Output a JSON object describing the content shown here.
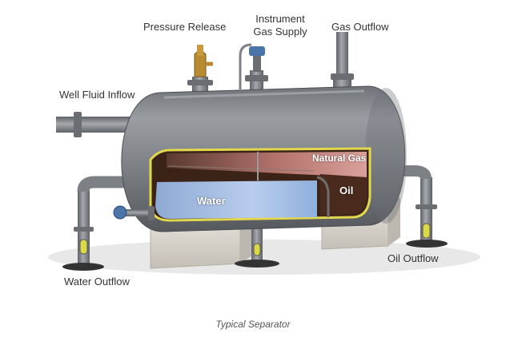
{
  "labels": {
    "pressure_release": "Pressure Release",
    "instrument_gas_supply_line1": "Instrument",
    "instrument_gas_supply_line2": "Gas Supply",
    "gas_outflow": "Gas Outflow",
    "well_fluid_inflow": "Well Fluid Inflow",
    "water_outflow": "Water Outflow",
    "oil_outflow": "Oil Outflow"
  },
  "interior": {
    "natural_gas": "Natural Gas",
    "oil": "Oil",
    "water": "Water"
  },
  "caption": "Typical Separator",
  "colors": {
    "vessel_gray": "#7f8287",
    "concrete": "#d4d0c8",
    "gas_layer": "#c88b86",
    "oil_layer": "#4a2a1c",
    "water_layer": "#a9c2e6",
    "cutaway_rim": "#e2d84e",
    "valve_brass": "#b88a32",
    "instrument_blue": "#4b74a8"
  }
}
